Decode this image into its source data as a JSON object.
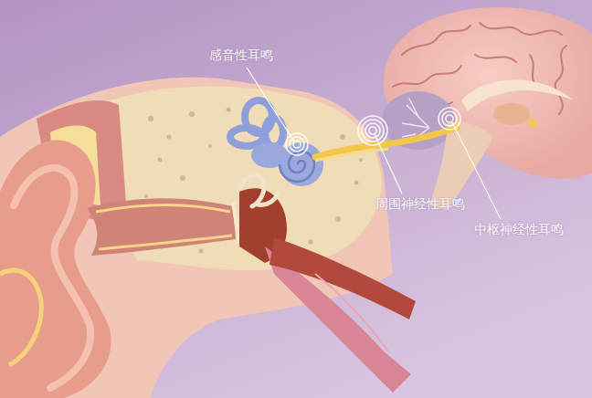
{
  "diagram": {
    "labels": [
      "感音性耳鸣",
      "周围神经性耳鸣",
      "中枢神经性耳鸣"
    ]
  }
}
